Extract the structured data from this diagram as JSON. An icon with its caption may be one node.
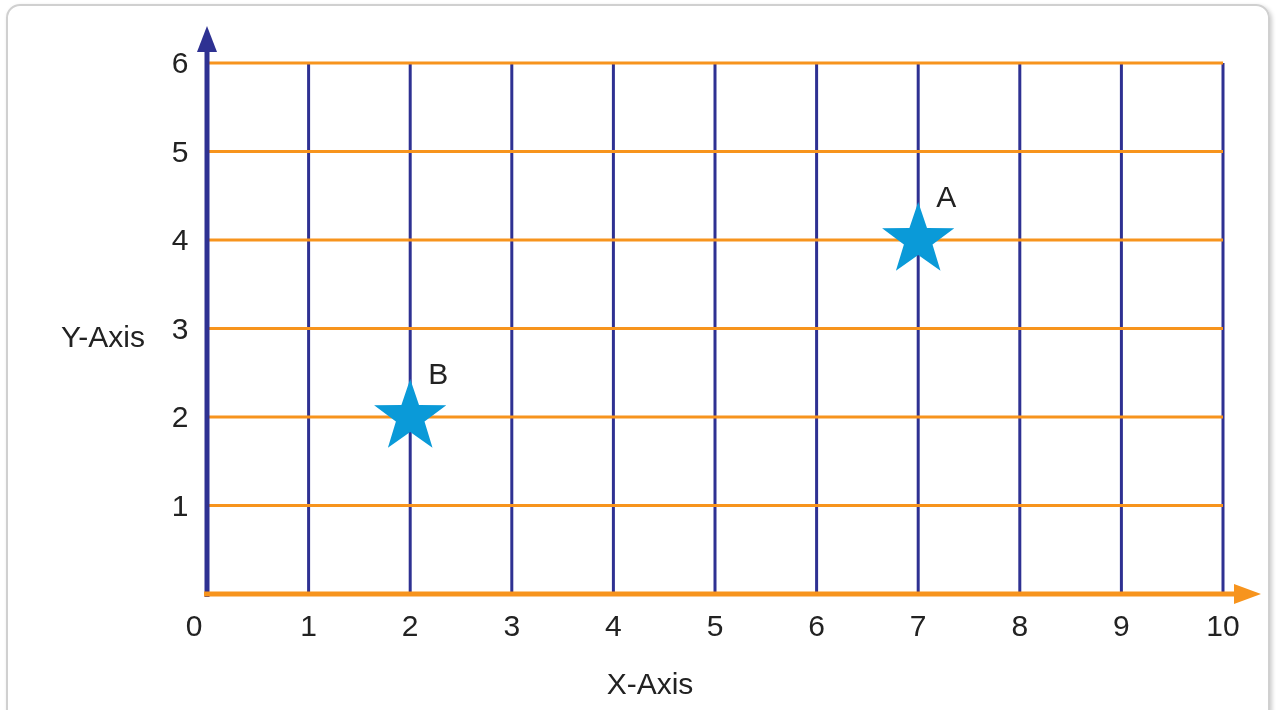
{
  "diagram": {
    "chart_data": {
      "type": "scatter",
      "xlabel": "X-Axis",
      "ylabel": "Y-Axis",
      "x": [
        7,
        2
      ],
      "series": [
        {
          "color": "#0a9ad8",
          "values": [
            4,
            2
          ]
        }
      ],
      "xlim": [
        0,
        10
      ],
      "ylim": [
        0,
        6
      ],
      "grid": true,
      "xticks": [
        0,
        1,
        2,
        3,
        4,
        5,
        6,
        7,
        8,
        9,
        10
      ],
      "yticks": [
        1,
        2,
        3,
        4,
        5,
        6
      ],
      "annotations": [
        {
          "x": 7,
          "y": 4,
          "text": "A"
        },
        {
          "x": 2,
          "y": 2,
          "text": "B"
        }
      ]
    }
  }
}
